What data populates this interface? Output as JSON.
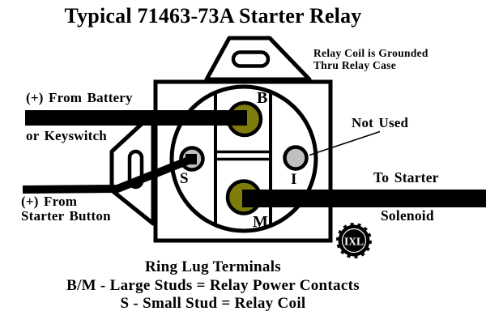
{
  "title": "Typical 71463-73A Starter Relay",
  "colors": {
    "background": "#ffffff",
    "ink": "#000000",
    "large_stud": "#7e7d0b",
    "small_stud": "#c0c0c0"
  },
  "annotations": {
    "coil_note_line1": "Relay Coil is Grounded",
    "coil_note_line2": "Thru Relay Case",
    "battery_line1": "(+) From Battery",
    "battery_line2": "or Keyswitch",
    "starter_button_line1": "(+) From",
    "starter_button_line2": "Starter Button",
    "not_used": "Not Used",
    "to_starter": "To Starter",
    "solenoid": "Solenoid"
  },
  "terminals": {
    "b": "B",
    "s": "S",
    "i": "I",
    "m": "M"
  },
  "logo": "IXL",
  "legend": {
    "line1": "Ring Lug Terminals",
    "line2": "B/M - Large Studs = Relay Power Contacts",
    "line3": "S - Small Stud = Relay Coil"
  }
}
